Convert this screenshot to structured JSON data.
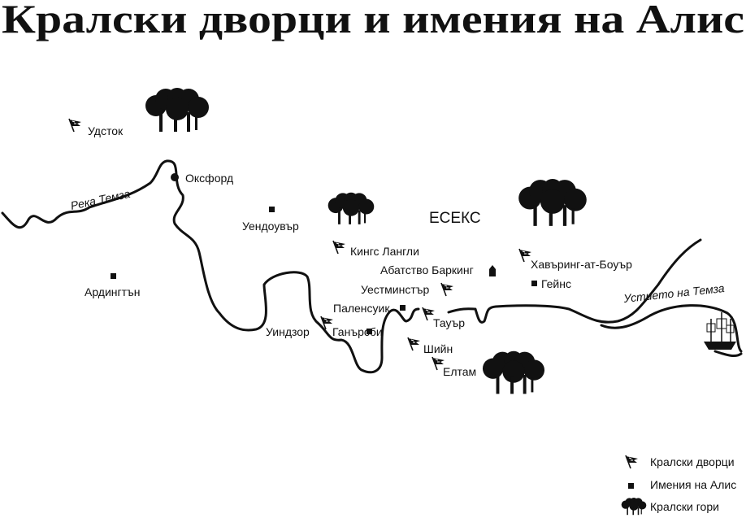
{
  "title": "Кралски дворци и имения на Алис",
  "region_label": "ЕСЕКС",
  "rivers": {
    "thames": "Река Темза",
    "estuary": "Устието на Темза"
  },
  "places": {
    "woodstock": "Удсток",
    "oxford": "Оксфорд",
    "wendover": "Уендоувър",
    "ardington": "Ардингтън",
    "kings_langley": "Кингс Лангли",
    "barking_abbey": "Абатство Баркинг",
    "havering": "Хавъринг-ат-Боуър",
    "gaines": "Гейнс",
    "westminster": "Уестминстър",
    "palenswick": "Паленсуик",
    "windsor": "Уиндзор",
    "gunnersbury": "Ганърсби",
    "tower": "Тауър",
    "sheen": "Шийн",
    "eltham": "Елтам"
  },
  "legend": {
    "palaces": "Кралски дворци",
    "manors": "Имения на Алис",
    "forests": "Кралски гори"
  }
}
